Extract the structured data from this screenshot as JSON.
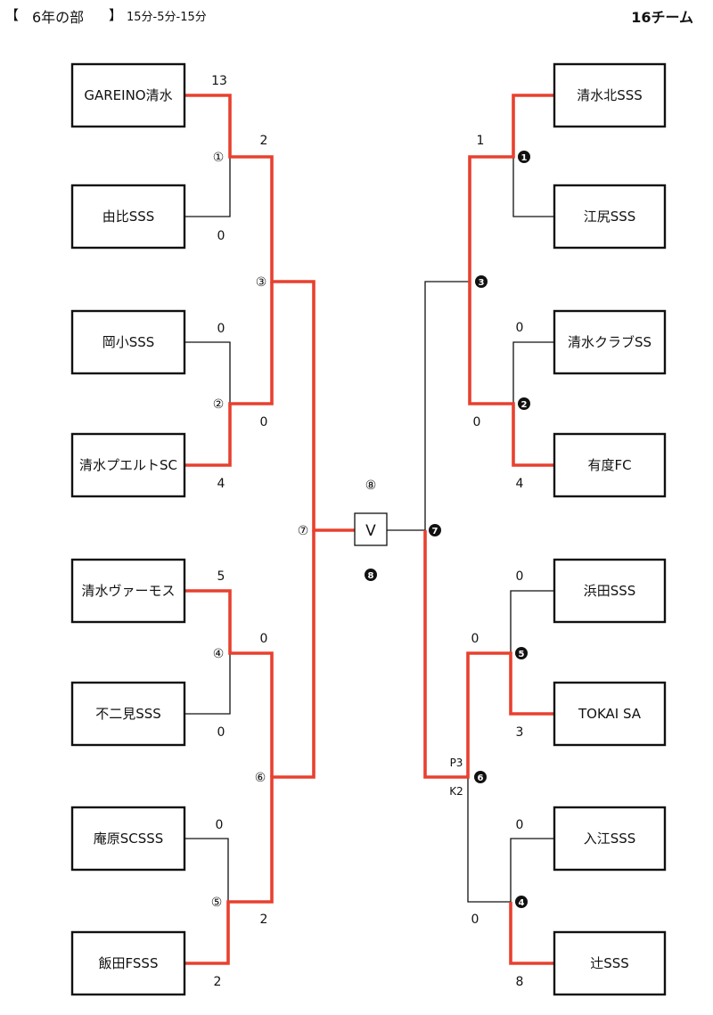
{
  "header": {
    "bracket_open": "【",
    "division": "6年の部",
    "bracket_close": "】",
    "format": "15分-5分-15分",
    "team_count": "16チーム"
  },
  "bracket": {
    "left_teams": [
      "GAREINO清水",
      "由比SSS",
      "岡小SSS",
      "清水プエルトSC",
      "清水ヴァーモス",
      "不二見SSS",
      "庵原SCSSS",
      "飯田FSSS"
    ],
    "right_teams": [
      "清水北SSS",
      "江尻SSS",
      "清水クラブSS",
      "有度FC",
      "浜田SSS",
      "TOKAI SA",
      "入江SSS",
      "辻SSS"
    ],
    "left_r1_scores": [
      "13",
      "0",
      "0",
      "4",
      "5",
      "0",
      "0",
      "2"
    ],
    "left_r2_scores": [
      "2",
      "0",
      "0",
      "2"
    ],
    "right_r1_scores": [
      "1",
      "0",
      "0",
      "4",
      "0",
      "3",
      "0",
      "8"
    ],
    "right_r2_scores": [
      "0",
      "0"
    ],
    "pk_labels": [
      "P3",
      "K2"
    ],
    "match_numbers_white": [
      "①",
      "②",
      "③",
      "④",
      "⑤",
      "⑥",
      "⑦",
      "⑧"
    ],
    "match_numbers_black": [
      "1",
      "2",
      "3",
      "4",
      "5",
      "6",
      "7",
      "8"
    ],
    "winner_label": "V",
    "winner_color": "#e8402f"
  }
}
